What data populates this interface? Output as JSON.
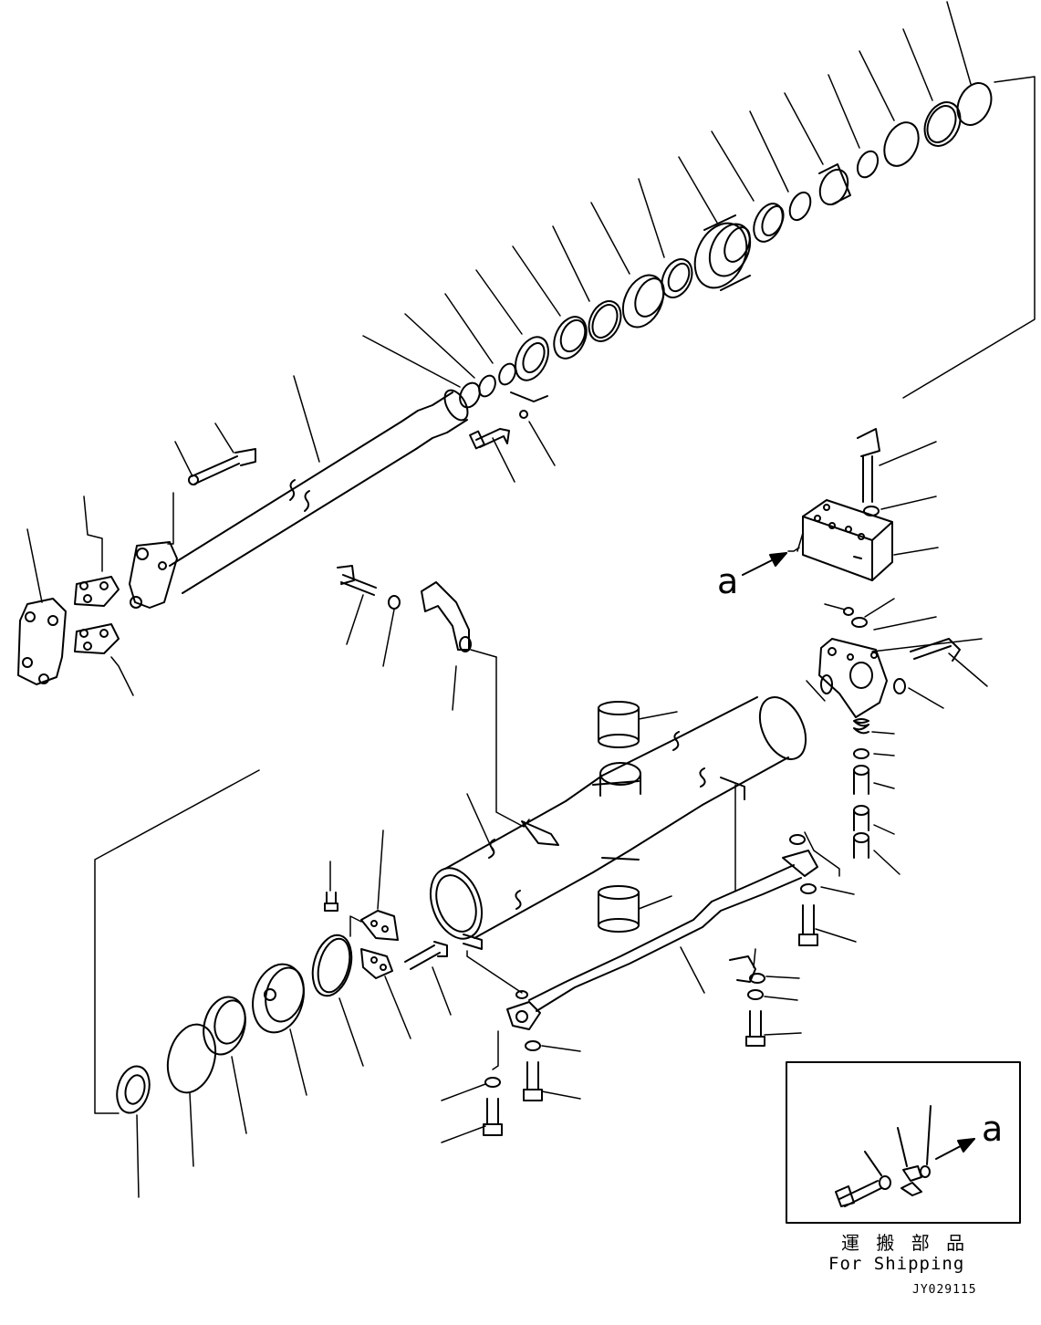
{
  "diagram": {
    "view_label": "a",
    "inset": {
      "view_label": "a",
      "caption_japanese": "運 搬 部 品",
      "caption_english": "For Shipping"
    },
    "drawing_number": "JY029115",
    "colors": {
      "line": "#000000",
      "background": "#ffffff"
    }
  }
}
